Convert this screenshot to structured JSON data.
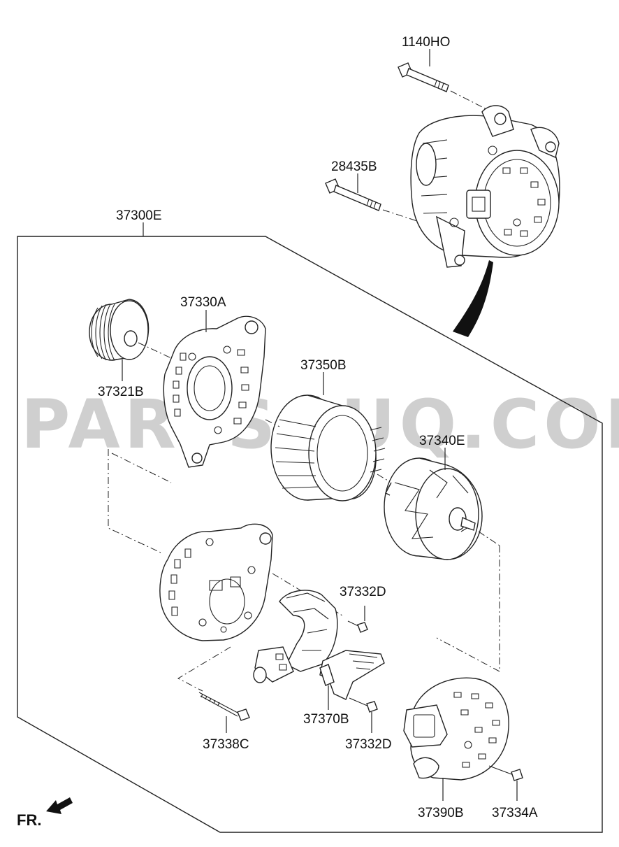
{
  "watermark": "PARTSOUQ.COM",
  "orientation_label": "FR.",
  "labels": {
    "bolt_top": "1140HO",
    "bolt_mid": "28435B",
    "assembly": "37300E",
    "front_bracket": "37330A",
    "pulley": "37321B",
    "stator": "37350B",
    "rotor": "37340E",
    "screw_upper": "37332D",
    "regulator": "37370B",
    "screw_lower": "37332D",
    "through_bolt": "37338C",
    "rear_cover": "37390B",
    "cover_nut": "37334A"
  }
}
